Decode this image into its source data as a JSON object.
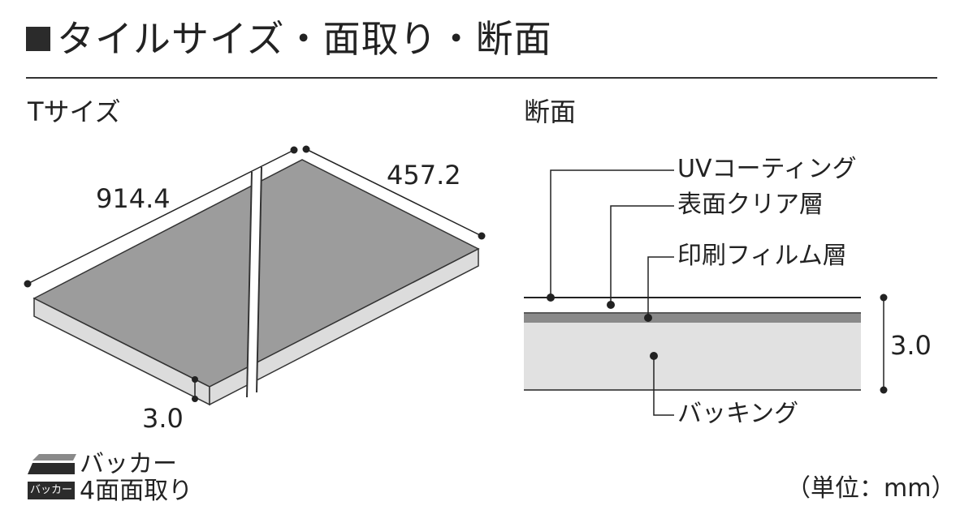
{
  "title": "タイルサイズ・面取り・断面",
  "left": {
    "heading": "Tサイズ",
    "dim_length": "914.4",
    "dim_width": "457.2",
    "dim_thickness": "3.0"
  },
  "right": {
    "heading": "断面",
    "layers": [
      "UVコーティング",
      "表面クリア層",
      "印刷フィルム層",
      "バッキング"
    ],
    "dim_thickness": "3.0"
  },
  "legend": {
    "item1_label": "バッカー",
    "badge": "バッカー",
    "item2_label": "4面面取り"
  },
  "unit_note": "（単位：mm）",
  "colors": {
    "tile_top": "#9c9c9c",
    "tile_side": "#dcdcdc",
    "print_layer": "#8a8a8a",
    "backing": "#e1e1e1",
    "line": "#222222"
  }
}
